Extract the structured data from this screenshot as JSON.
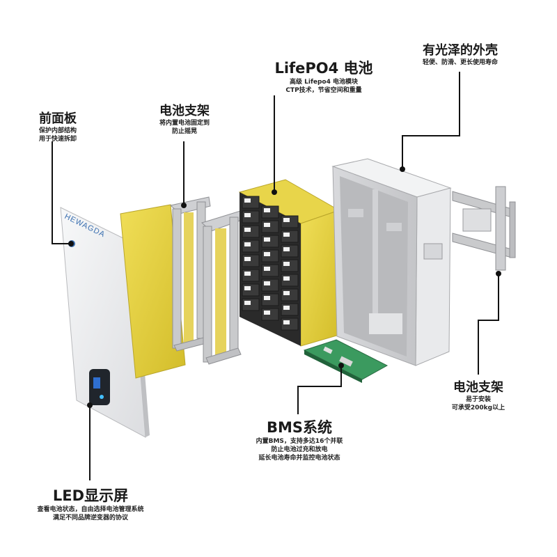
{
  "brand": {
    "logo_text": "HEWAGDA"
  },
  "labels": {
    "front_panel": {
      "title": "前面板",
      "lines": [
        "保护内部结构",
        "用于快速拆卸"
      ]
    },
    "battery_bracket_inner": {
      "title": "电池支架",
      "lines": [
        "将内置电池固定到",
        "防止摇晃"
      ]
    },
    "lifepo4": {
      "title": "LifePO4 电池",
      "lines": [
        "高级 Lifepo4 电池模块",
        "CTP技术，节省空间和重量"
      ]
    },
    "shell": {
      "title": "有光泽的外壳",
      "lines": [
        "轻便、防滑、更长使用寿命"
      ]
    },
    "mount_bracket": {
      "title": "电池支架",
      "lines": [
        "易于安装",
        "可承受200kg以上"
      ]
    },
    "bms": {
      "title": "BMS系统",
      "lines": [
        "内置BMS，支持多达16个并联",
        "防止电池过充和放电",
        "延长电池寿命并监控电池状态"
      ]
    },
    "led": {
      "title": "LED显示屏",
      "lines": [
        "查看电池状态，自由选择电池管理系统",
        "满足不同品牌逆变器的协议"
      ]
    }
  },
  "colors": {
    "yellow": "#e3cf3c",
    "panel": "#f1f2f4",
    "metal": "#c9cacc",
    "cell": "#2c2c2c",
    "pcb": "#2e8a52",
    "line": "#111111"
  }
}
